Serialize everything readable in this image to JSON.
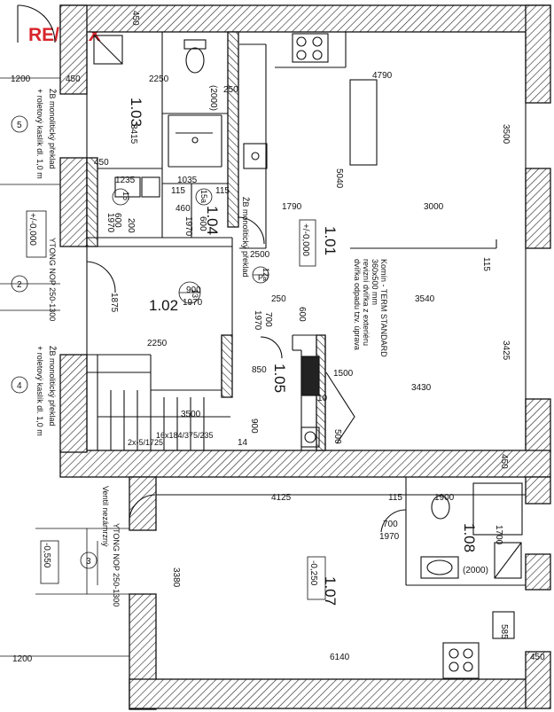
{
  "logo": {
    "text": "RE/MAX",
    "color": "#d7252b"
  },
  "rooms": {
    "r103": "1.03",
    "r102": "1.02",
    "r104": "1.04",
    "r105": "1.05",
    "r101": "1.01",
    "r107": "1.07",
    "r108": "1.08"
  },
  "levels": {
    "l101": "+/-0,000",
    "l107": "-0,250",
    "left_top": "+/-0,000",
    "left_bottom": "-0,550"
  },
  "door_codes": {
    "d13": "13",
    "d15": "15",
    "d15a": "15a",
    "d12a": "12a",
    "d12_letter": "P"
  },
  "dims": {
    "d1200_top": "1200",
    "d450_top": "450",
    "d2250_top": "2250",
    "d3415": "3415",
    "d250_a": "250",
    "d4790": "4790",
    "d3500": "3500",
    "d2000_a": "(2000)",
    "d450_mid": "450",
    "d1235": "1235",
    "d1035": "1035",
    "d115_a": "115",
    "d115_b": "115",
    "d460": "460",
    "d600_a": "600",
    "d1970_a": "1970",
    "d200": "200",
    "d600_b": "600",
    "d1970_b": "1970",
    "d5040": "5040",
    "d1790": "1790",
    "d3000": "3000",
    "d115_c": "115",
    "d1875": "1875",
    "d900": "900",
    "d1970_c": "1970",
    "d700_a": "700",
    "d1970_d": "1970",
    "d250_b": "250",
    "d600_c": "600",
    "d3540": "3540",
    "d3425": "3425",
    "d2250_mid": "2250",
    "d850": "850",
    "d1500": "1500",
    "d3430": "3430",
    "d10": "10",
    "d3500_b": "3500",
    "d900_b": "900",
    "d500": "500",
    "d14": "14",
    "stairs_a": "16x184/375/235",
    "stairs_b": "2x-5/1725",
    "d4125": "4125",
    "d115_d": "115",
    "d1900": "1900",
    "d1700": "1700",
    "d700_b": "700",
    "d1970_e": "1970",
    "d2000_b": "(2000)",
    "d3380": "3380",
    "d585": "585",
    "d6140": "6140",
    "d450_bot": "450",
    "d1200_bot": "1200",
    "d450_topwall": "450",
    "d450_c": "450",
    "d2500": "2500"
  },
  "grid": {
    "g5": "5",
    "g2": "2",
    "g4": "4",
    "g3": "3"
  },
  "notes": {
    "zb_top": "ŽB monolitický překlad",
    "rol_top": "+ roletový kaslík dl. 1,0 m",
    "ytong_top": "YTONG NOP 250-1300",
    "zb_bot": "ŽB monolitický překlad",
    "rol_bot": "+ roletový kaslík dl. 1,0 m",
    "ventil": "Ventil nezámrzný",
    "ytong_bot": "YTONG NOP 250-1300",
    "ytong_mid": "ŽB monolitický překlad",
    "komin1": "Komín - TERM STANDARD",
    "komin2": "360x500 mm",
    "komin3": "revizní dvířka z exteriéru",
    "komin4": "dvířka odpadu tzv. úprava"
  }
}
